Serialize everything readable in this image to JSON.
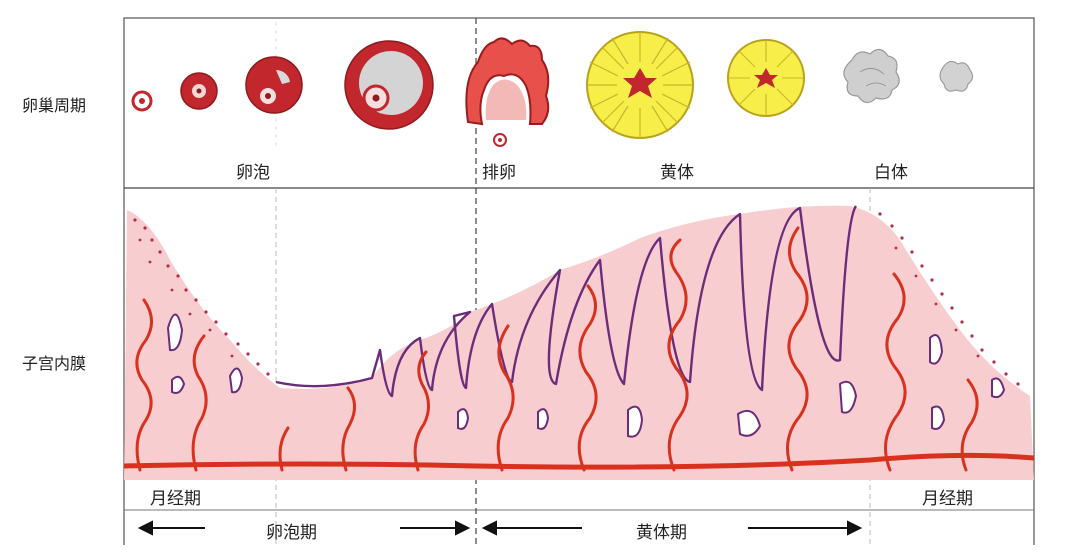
{
  "rows": {
    "ovary": "卵巢周期",
    "endometrium": "子宫内膜"
  },
  "ovary_stages": {
    "follicle": "卵泡",
    "ovulation": "排卵",
    "corpus_luteum": "黄体",
    "corpus_albicans": "白体"
  },
  "phases": {
    "menstrual_left": "月经期",
    "menstrual_right": "月经期",
    "follicular": "卵泡期",
    "luteal": "黄体期"
  },
  "colors": {
    "tissue_pink": "#f7c9c9",
    "vessel_red": "#d8321f",
    "gland_purple": "#6b2d7a",
    "luteum_yellow": "#f7ee4a",
    "follicle_red": "#c1272d",
    "albicans_gray": "#c8c8c8"
  }
}
